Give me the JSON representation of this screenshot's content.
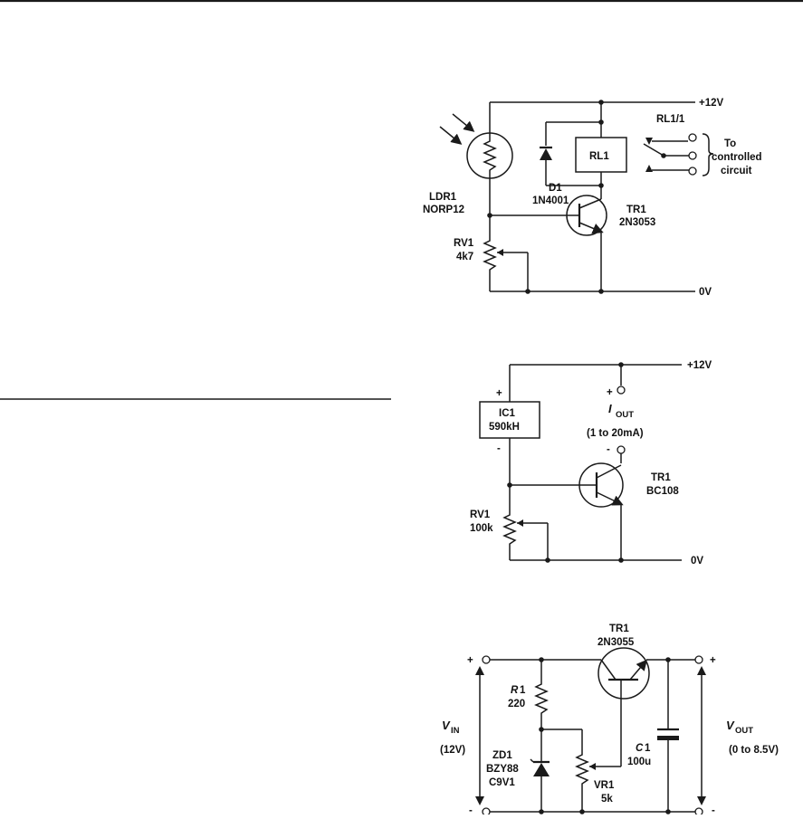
{
  "circuit1": {
    "supply": "+12V",
    "ground": "0V",
    "ldr_ref": "LDR1",
    "ldr_value": "NORP12",
    "rv_ref": "RV1",
    "rv_value": "4k7",
    "diode_ref": "D1",
    "diode_value": "1N4001",
    "relay_ref": "RL1",
    "contact_ref": "RL1/1",
    "tr_ref": "TR1",
    "tr_value": "2N3053",
    "output_line1": "To",
    "output_line2": "controlled",
    "output_line3": "circuit"
  },
  "circuit2": {
    "supply": "+12V",
    "ground": "0V",
    "ic_ref": "IC1",
    "ic_value": "590kH",
    "ic_plus": "+",
    "ic_minus": "-",
    "out_plus": "+",
    "out_minus": "-",
    "iout_sym": "I",
    "iout_sub": "OUT",
    "iout_range": "(1 to 20mA)",
    "tr_ref": "TR1",
    "tr_value": "BC108",
    "rv_ref": "RV1",
    "rv_value": "100k"
  },
  "circuit3": {
    "tr_ref": "TR1",
    "tr_value": "2N3055",
    "r_ref_letter": "R",
    "r_ref_num": "1",
    "r_value": "220",
    "zd_ref": "ZD1",
    "zd_value1": "BZY88",
    "zd_value2": "C9V1",
    "vr_ref": "VR1",
    "vr_value": "5k",
    "c_ref_letter": "C",
    "c_ref_num": "1",
    "c_value": "100u",
    "vin_sym": "V",
    "vin_sub": "IN",
    "vin_value": "(12V)",
    "vout_sym": "V",
    "vout_sub": "OUT",
    "vout_value": "(0 to 8.5V)",
    "in_plus": "+",
    "in_minus": "-",
    "out_plus": "+",
    "out_minus": "-"
  }
}
